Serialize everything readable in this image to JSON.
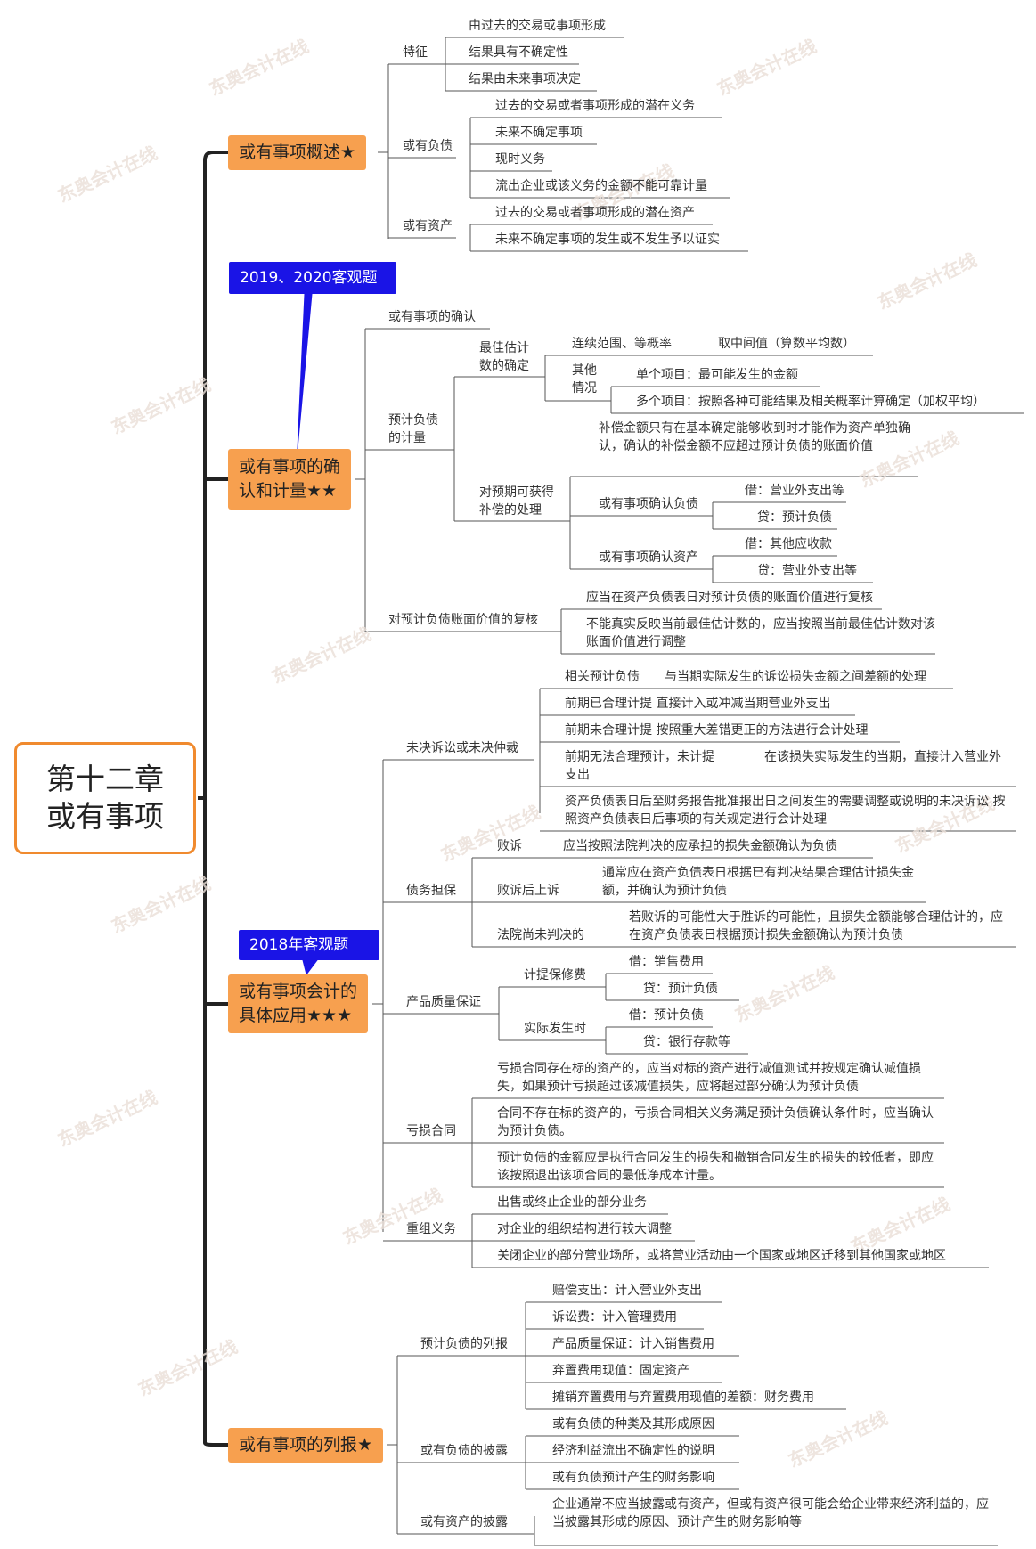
{
  "root": {
    "line1": "第十二章",
    "line2": "或有事项"
  },
  "branches": {
    "b1": "或有事项概述★",
    "b2_l1": "或有事项的确",
    "b2_l2": "认和计量★★",
    "b3_l1": "或有事项会计的",
    "b3_l2": "具体应用★★★",
    "b4": "或有事项的列报★"
  },
  "badges": {
    "badge1": "2019、2020客观题",
    "badge2": "2018年客观题"
  },
  "watermark": "东奥会计在线",
  "s1": {
    "feature": "特征",
    "f1": "由过去的交易或事项形成",
    "f2": "结果具有不确定性",
    "f3": "结果由未来事项决定",
    "liability": "或有负债",
    "l1": "过去的交易或者事项形成的潜在义务",
    "l2": "未来不确定事项",
    "l3": "现时义务",
    "l4": "流出企业或该义务的金额不能可靠计量",
    "asset": "或有资产",
    "a1": "过去的交易或者事项形成的潜在资产",
    "a2": "未来不确定事项的发生或不发生予以证实"
  },
  "s2": {
    "confirm": "或有事项的确认",
    "measure_l1": "预计负债",
    "measure_l2": "的计量",
    "best_l1": "最佳估计",
    "best_l2": "数的确定",
    "range": "连续范围、等概率",
    "mid": "取中间值（算数平均数）",
    "other_l1": "其他",
    "other_l2": "情况",
    "single": "单个项目：最可能发生的金额",
    "multi": "多个项目：按照各种可能结果及相关概率计算确定（加权平均）",
    "comp_l1": "对预期可获得",
    "comp_l2": "补偿的处理",
    "comp_note": "补偿金额只有在基本确定能够收到时才能作为资产单独确认，确认的补偿金额不应超过预计负债的账面价值",
    "conf_liab": "或有事项确认负债",
    "dr1": "借：营业外支出等",
    "cr1": "贷：预计负债",
    "conf_asset": "或有事项确认资产",
    "dr2": "借：其他应收款",
    "cr2": "贷：营业外支出等",
    "review": "对预计负债账面价值的复核",
    "rev1": "应当在资产负债表日对预计负债的账面价值进行复核",
    "rev2": "不能真实反映当前最佳估计数的，应当按照当前最佳估计数对该账面价值进行调整"
  },
  "s3": {
    "lit": "未决诉讼或未决仲裁",
    "lit1a": "相关预计负债",
    "lit1b": "与当期实际发生的诉讼损失金额之间差额的处理",
    "lit2": "前期已合理计提  直接计入或冲减当期营业外支出",
    "lit3": "前期未合理计提  按照重大差错更正的方法进行会计处理",
    "lit4a": "前期无法合理预计，未计提",
    "lit4b": "在该损失实际发生的当期，直接计入营业外支出",
    "lit5": "资产负债表日后至财务报告批准报出日之间发生的需要调整或说明的未决诉讼        按照资产负债表日后事项的有关规定进行会计处理",
    "guar": "债务担保",
    "g1a": "败诉",
    "g1b": "应当按照法院判决的应承担的损失金额确认为负债",
    "g2a": "败诉后上诉",
    "g2b": "通常应在资产负债表日根据已有判决结果合理估计损失金额，并确认为预计负债",
    "g3a": "法院尚未判决的",
    "g3b": "若败诉的可能性大于胜诉的可能性，且损失金额能够合理估计的，应在资产负债表日根据预计损失金额确认为预计负债",
    "warr": "产品质量保证",
    "w_accrue": "计提保修费",
    "w1": "借：销售费用",
    "w2": "贷：预计负债",
    "w_actual": "实际发生时",
    "w3": "借：预计负债",
    "w4": "贷：银行存款等",
    "loss": "亏损合同",
    "ls1": "亏损合同存在标的资产的，应当对标的资产进行减值测试并按规定确认减值损失，如果预计亏损超过该减值损失，应将超过部分确认为预计负债",
    "ls2": "合同不存在标的资产的，亏损合同相关义务满足预计负债确认条件时，应当确认为预计负债。",
    "ls3": "预计负债的金额应是执行合同发生的损失和撤销合同发生的损失的较低者，即应该按照退出该项合同的最低净成本计量。",
    "reorg": "重组义务",
    "r1": "出售或终止企业的部分业务",
    "r2": "对企业的组织结构进行较大调整",
    "r3": "关闭企业的部分营业场所，或将营业活动由一个国家或地区迁移到其他国家或地区"
  },
  "s4": {
    "pres": "预计负债的列报",
    "p1": "赔偿支出：计入营业外支出",
    "p2": "诉讼费：计入管理费用",
    "p3": "产品质量保证：计入销售费用",
    "p4": "弃置费用现值：固定资产",
    "p5": "摊销弃置费用与弃置费用现值的差额：财务费用",
    "disc": "或有负债的披露",
    "d1": "或有负债的种类及其形成原因",
    "d2": "经济利益流出不确定性的说明",
    "d3": "或有负债预计产生的财务影响",
    "adisc": "或有资产的披露",
    "ad1": "企业通常不应当披露或有资产，但或有资产很可能会给企业带来经济利益的，应当披露其形成的原因、预计产生的财务影响等"
  }
}
